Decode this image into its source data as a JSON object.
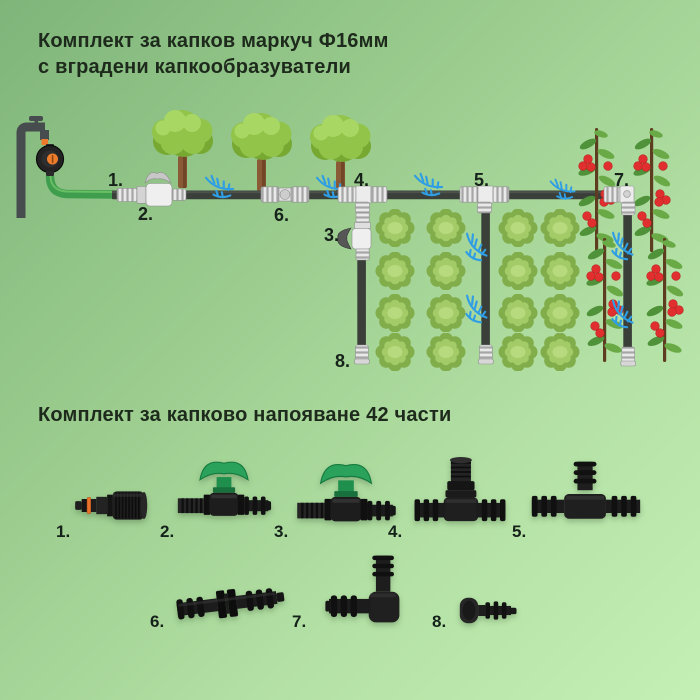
{
  "colors": {
    "bg_start": "#7fb57a",
    "bg_end": "#c4efb5",
    "title_text": "#1d2a1c",
    "pipe_dark": "#3a3f3a",
    "hose_green": "#3f9e4e",
    "water_blue": "#2f9ee4",
    "handle_green": "#2ba25c",
    "accent_orange": "#e8722b"
  },
  "titles": {
    "top_line1": "Комплект за капков маркуч Ф16мм",
    "top_line2": "с вградени капкообразуватели",
    "bottom": "Комплект за капково напояване 42 части"
  },
  "diagram": {
    "callouts": {
      "c1": "1.",
      "c2": "2.",
      "c3": "3.",
      "c4": "4.",
      "c5": "5.",
      "c6": "6.",
      "c7": "7.",
      "c8": "8."
    },
    "icons": [
      "garden-tap-icon",
      "water-timer-icon",
      "supply-hose",
      "main-drip-line",
      "drip-lateral-line",
      "tree-icon",
      "cabbage-icon",
      "tomato-plant-icon",
      "water-spray-icon",
      "inline-valve-icon",
      "straight-coupler-icon",
      "tee-connector-icon",
      "elbow-connector-icon",
      "end-cap-icon"
    ]
  },
  "parts": {
    "items": [
      {
        "label": "1.",
        "name": "tap-adapter-connector"
      },
      {
        "label": "2.",
        "name": "mini-valve-green-handle"
      },
      {
        "label": "3.",
        "name": "mini-valve-green-handle"
      },
      {
        "label": "4.",
        "name": "threaded-tee-connector"
      },
      {
        "label": "5.",
        "name": "barbed-tee-connector"
      },
      {
        "label": "6.",
        "name": "barbed-straight-coupler"
      },
      {
        "label": "7.",
        "name": "barbed-elbow-connector"
      },
      {
        "label": "8.",
        "name": "end-plug"
      }
    ]
  }
}
